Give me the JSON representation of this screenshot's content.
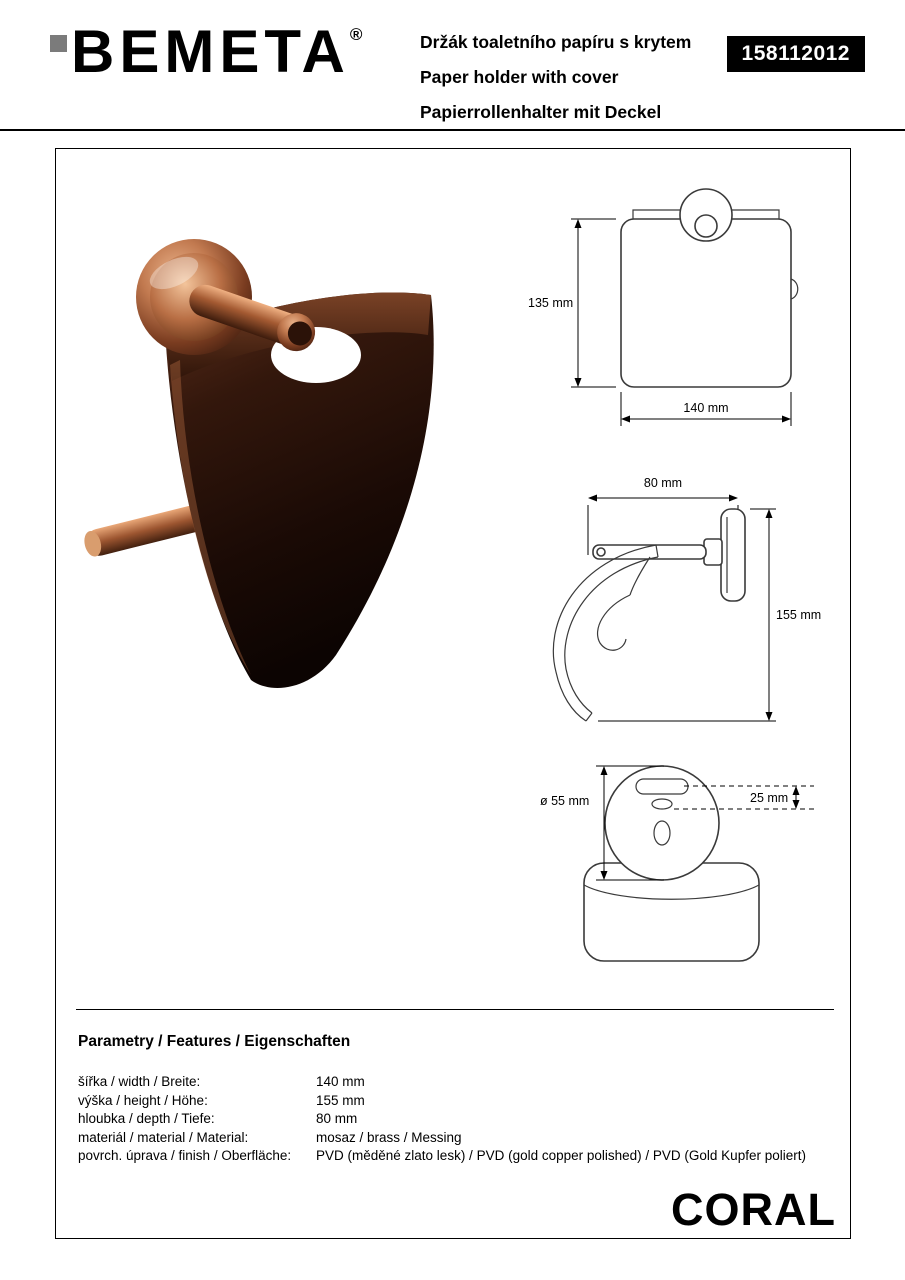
{
  "header": {
    "brand": "BEMETA",
    "registered": "®",
    "title_cs": "Držák toaletního papíru s krytem",
    "title_en": "Paper holder with cover",
    "title_de": "Papierrollenhalter mit Deckel",
    "product_code": "158112012"
  },
  "drawings": {
    "front_view": {
      "height": "135 mm",
      "width": "140 mm"
    },
    "side_view": {
      "depth": "80 mm",
      "height": "155 mm"
    },
    "top_view": {
      "diameter": "ø 55 mm",
      "offset": "25 mm"
    }
  },
  "parameters": {
    "heading": "Parametry / Features / Eigenschaften",
    "rows": [
      {
        "label": "šířka / width / Breite:",
        "value": "140 mm"
      },
      {
        "label": "výška / height / Höhe:",
        "value": "155 mm"
      },
      {
        "label": "hloubka / depth / Tiefe:",
        "value": "80 mm"
      },
      {
        "label": "materiál / material / Material:",
        "value": "mosaz / brass / Messing"
      },
      {
        "label": "povrch. úprava / finish / Oberfläche:",
        "value": "PVD (měděné zlato lesk) / PVD (gold copper polished) / PVD (Gold Kupfer poliert)"
      }
    ]
  },
  "footer": {
    "collection": "CORAL"
  },
  "colors": {
    "badge_background": "#000000",
    "badge_text": "#ffffff",
    "rule": "#000000",
    "product_copper_highlight": "#e8b088",
    "product_copper_dark": "#2b140a"
  }
}
